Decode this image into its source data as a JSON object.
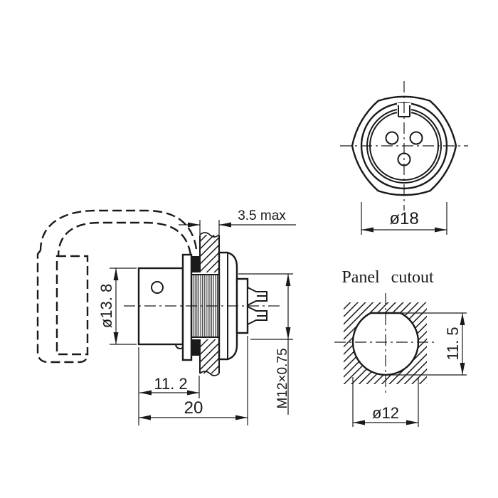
{
  "colors": {
    "background": "#ffffff",
    "line": "#1a1a1a"
  },
  "front_view": {
    "dim_outer_diameter": "ø18"
  },
  "side_view": {
    "dim_panel_thickness": "3.5 max",
    "dim_body_diameter": "ø13. 8",
    "dim_front_length": "11. 2",
    "dim_total_length": "20",
    "dim_thread": "M12×0.75"
  },
  "panel_cutout": {
    "title": "Panel cutout",
    "dim_height": "11. 5",
    "dim_diameter": "ø12"
  }
}
